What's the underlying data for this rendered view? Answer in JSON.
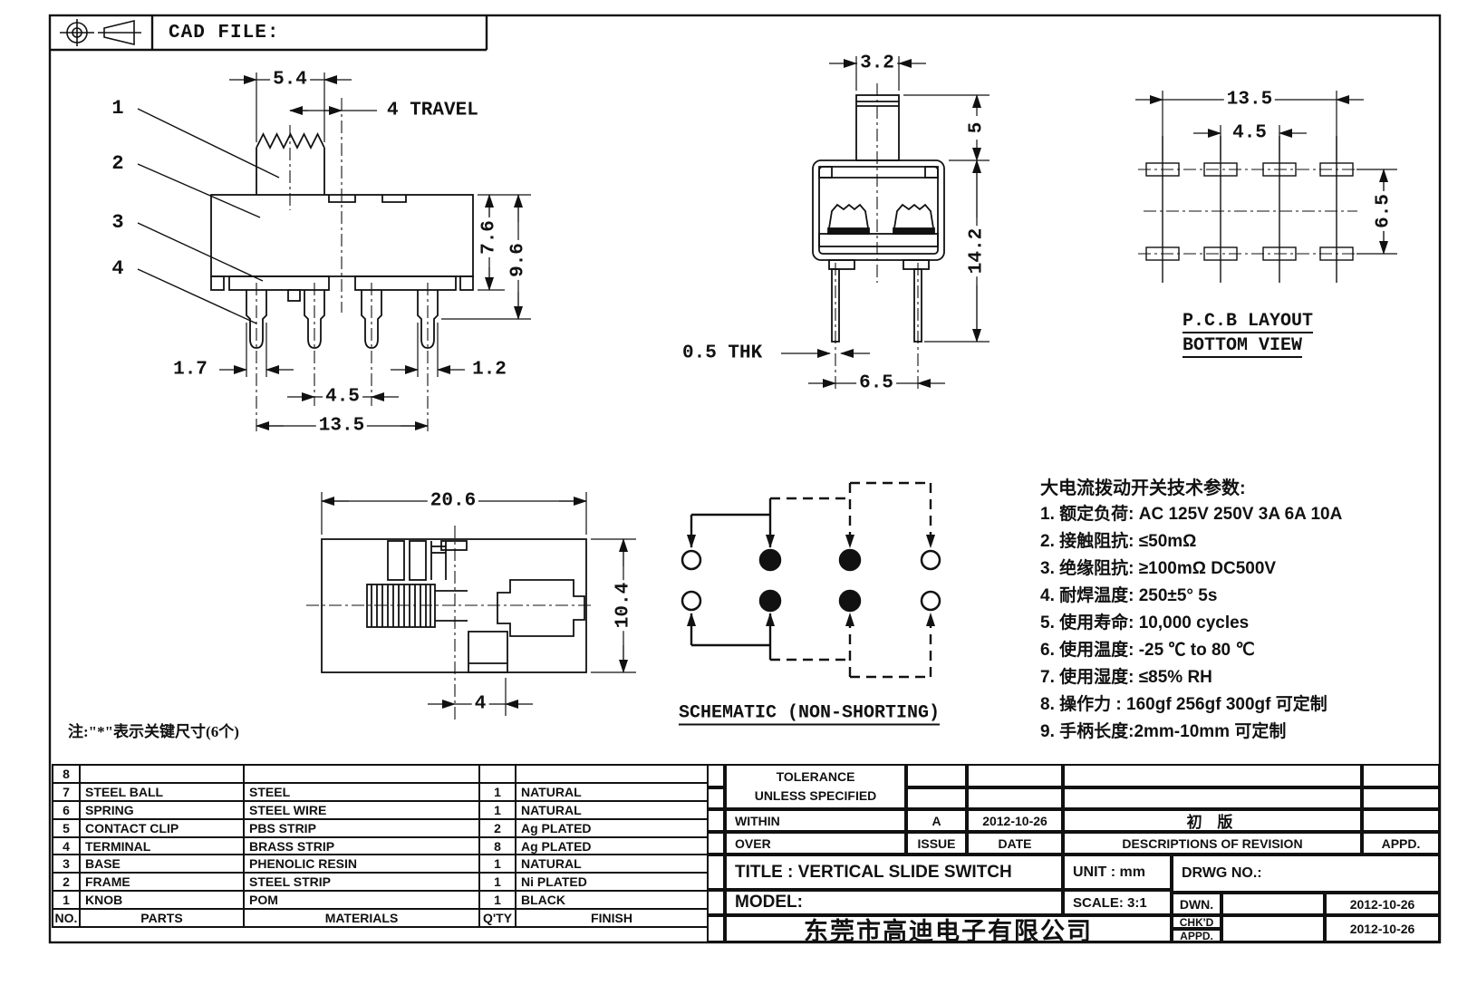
{
  "sheet": {
    "cad_file_label": "CAD FILE:"
  },
  "front_view": {
    "part_labels": [
      "1",
      "2",
      "3",
      "4"
    ],
    "dim_knob_width": "5.4",
    "dim_travel": "4 TRAVEL",
    "dim_body_height": "7.6",
    "dim_total_height": "9.6",
    "dim_pin_edge": "1.7",
    "dim_pin_pitch": "4.5",
    "dim_pin_span": "13.5",
    "dim_pin_width": "1.2"
  },
  "side_view": {
    "dim_knob_width": "3.2",
    "dim_knob_height": "5",
    "dim_total_height": "14.2",
    "dim_pin_thickness": "0.5 THK",
    "dim_pin_spread": "6.5"
  },
  "pcb_layout": {
    "dim_span": "13.5",
    "dim_pitch": "4.5",
    "dim_row_gap": "6.5",
    "caption_line1": "P.C.B LAYOUT",
    "caption_line2": "BOTTOM VIEW"
  },
  "top_view": {
    "dim_length": "20.6",
    "dim_width": "10.4",
    "dim_slot": "4"
  },
  "schematic": {
    "caption": "SCHEMATIC (NON-SHORTING)"
  },
  "specs": {
    "title": "大电流拨动开关技术参数:",
    "items": [
      "1.  额定负荷: AC 125V 250V   3A   6A   10A",
      "2.   接触阻抗: ≤50mΩ",
      "3.  绝缘阻抗: ≥100mΩ  DC500V",
      "4.   耐焊温度: 250±5° 5s",
      "5.  使用寿命: 10,000 cycles",
      "6.   使用温度: -25 ℃  to 80 ℃",
      "7.  使用湿度: ≤85% RH",
      "8.   操作力 : 160gf   256gf   300gf  可定制",
      "9.  手柄长度:2mm-10mm  可定制"
    ]
  },
  "note": "注:\"*\"表示关键尺寸(6个)",
  "parts_table": {
    "headers": {
      "no": "NO.",
      "parts": "PARTS",
      "materials": "MATERIALS",
      "qty": "Q'TY",
      "finish": "FINISH"
    },
    "rows": [
      {
        "no": "8",
        "part": "",
        "material": "",
        "qty": "",
        "finish": ""
      },
      {
        "no": "7",
        "part": "STEEL BALL",
        "material": "STEEL",
        "qty": "1",
        "finish": "NATURAL"
      },
      {
        "no": "6",
        "part": "SPRING",
        "material": "STEEL WIRE",
        "qty": "1",
        "finish": "NATURAL"
      },
      {
        "no": "5",
        "part": "CONTACT CLIP",
        "material": "PBS STRIP",
        "qty": "2",
        "finish": "Ag PLATED"
      },
      {
        "no": "4",
        "part": "TERMINAL",
        "material": "BRASS STRIP",
        "qty": "8",
        "finish": "Ag PLATED"
      },
      {
        "no": "3",
        "part": "BASE",
        "material": "PHENOLIC RESIN",
        "qty": "1",
        "finish": "NATURAL"
      },
      {
        "no": "2",
        "part": "FRAME",
        "material": "STEEL STRIP",
        "qty": "1",
        "finish": "Ni PLATED"
      },
      {
        "no": "1",
        "part": "KNOB",
        "material": "POM",
        "qty": "1",
        "finish": "BLACK"
      }
    ]
  },
  "title_block": {
    "tolerance_line1": "TOLERANCE",
    "tolerance_line2": "UNLESS  SPECIFIED",
    "within": "WITHIN",
    "over": "OVER",
    "issue_value": "A",
    "date_value": "2012-10-26",
    "revision_value": "初  版",
    "issue_label": "ISSUE",
    "date_label": "DATE",
    "revision_label": "DESCRIPTIONS OF REVISION",
    "appd_label": "APPD.",
    "title": "TITLE :   VERTICAL SLIDE SWITCH",
    "unit": "UNIT :   mm",
    "drwg_no": "DRWG NO.:",
    "model": "MODEL:",
    "scale": "SCALE:   3:1",
    "dwn_label": "DWN.",
    "dwn_date": "2012-10-26",
    "chkd_label": "CHK'D",
    "appd_row_label": "APPD.",
    "chkd_date": "2012-10-26",
    "company": "东莞市高迪电子有限公司"
  }
}
